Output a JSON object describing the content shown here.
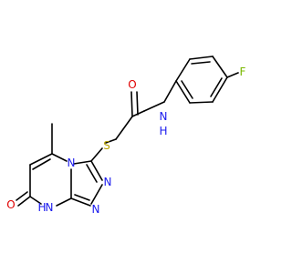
{
  "colors": {
    "background": "#ffffff",
    "bond": "#000000",
    "S": "#b8a200",
    "O": "#e00000",
    "N": "#1a1aee",
    "F": "#7ab800"
  },
  "atoms": {
    "F": {
      "text": "F",
      "element": "F"
    },
    "O_amide": {
      "text": "O",
      "element": "O"
    },
    "NH_amide": {
      "text": "N",
      "element": "N"
    },
    "H_amide": {
      "text": "H",
      "element": "N"
    },
    "S": {
      "text": "S",
      "element": "S"
    },
    "N_bridge": {
      "text": "N",
      "element": "N"
    },
    "N_triazole1": {
      "text": "N",
      "element": "N"
    },
    "N_triazole2": {
      "text": "N",
      "element": "N"
    },
    "NH_ring": {
      "text": "N",
      "element": "N"
    },
    "H_ring": {
      "text": "H",
      "element": "N"
    },
    "O_ring": {
      "text": "O",
      "element": "O"
    }
  }
}
